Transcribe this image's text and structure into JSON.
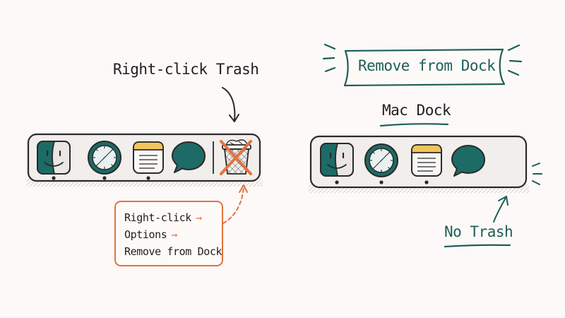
{
  "left_panel": {
    "title": "Right-click Trash",
    "steps": [
      "Right-click",
      "Options",
      "Remove from Dock"
    ],
    "step_arrow": "→"
  },
  "right_panel": {
    "banner": "Remove from Dock",
    "dock_title": "Mac Dock",
    "result_label": "No Trash"
  },
  "colors": {
    "teal": "#1d6b66",
    "dark_teal": "#1d5f57",
    "orange": "#e2733f",
    "notes_yellow": "#f3c45b",
    "dock_fill": "#f1eeec",
    "outline": "#2a2a2a"
  },
  "icons": {
    "left_dock": [
      "finder-icon",
      "safari-icon",
      "notes-icon",
      "messages-icon",
      "trash-icon"
    ],
    "right_dock": [
      "finder-icon",
      "safari-icon",
      "notes-icon",
      "messages-icon"
    ]
  }
}
